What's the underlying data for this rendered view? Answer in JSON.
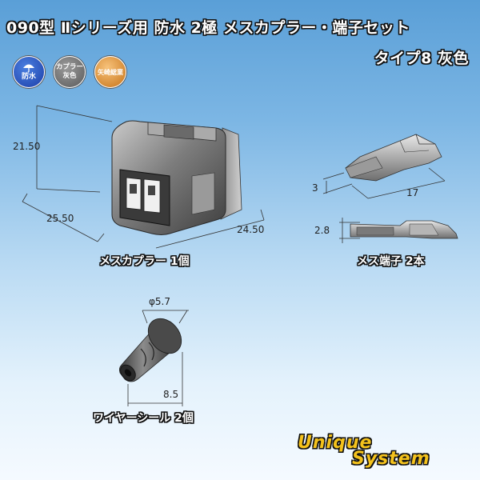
{
  "header": {
    "title": "090型 Ⅱシリーズ用 防水 2極 メスカプラー・端子セット",
    "subtitle": "タイプ8 灰色"
  },
  "badges": {
    "waterproof": {
      "icon": "umbrella-icon",
      "label": "防水",
      "color": "#1c3ea8"
    },
    "coupler_color": {
      "line1": "カプラー",
      "line2": "灰色",
      "color": "#5a5a5a"
    },
    "brand": {
      "label": "矢崎総業",
      "color": "#c77318"
    }
  },
  "coupler": {
    "caption": "メスカプラー 1個",
    "dim_height": "21.50",
    "dim_width": "25.50",
    "dim_depth": "24.50"
  },
  "terminal": {
    "caption": "メス端子 2本",
    "dim_width": "3",
    "dim_length": "17",
    "dim_height": "2.8"
  },
  "seal": {
    "caption": "ワイヤーシール 2個",
    "dim_diameter": "φ5.7",
    "dim_length": "8.5"
  },
  "logo": {
    "line1": "Unique",
    "line2": "System",
    "color": "#f4c21c"
  }
}
